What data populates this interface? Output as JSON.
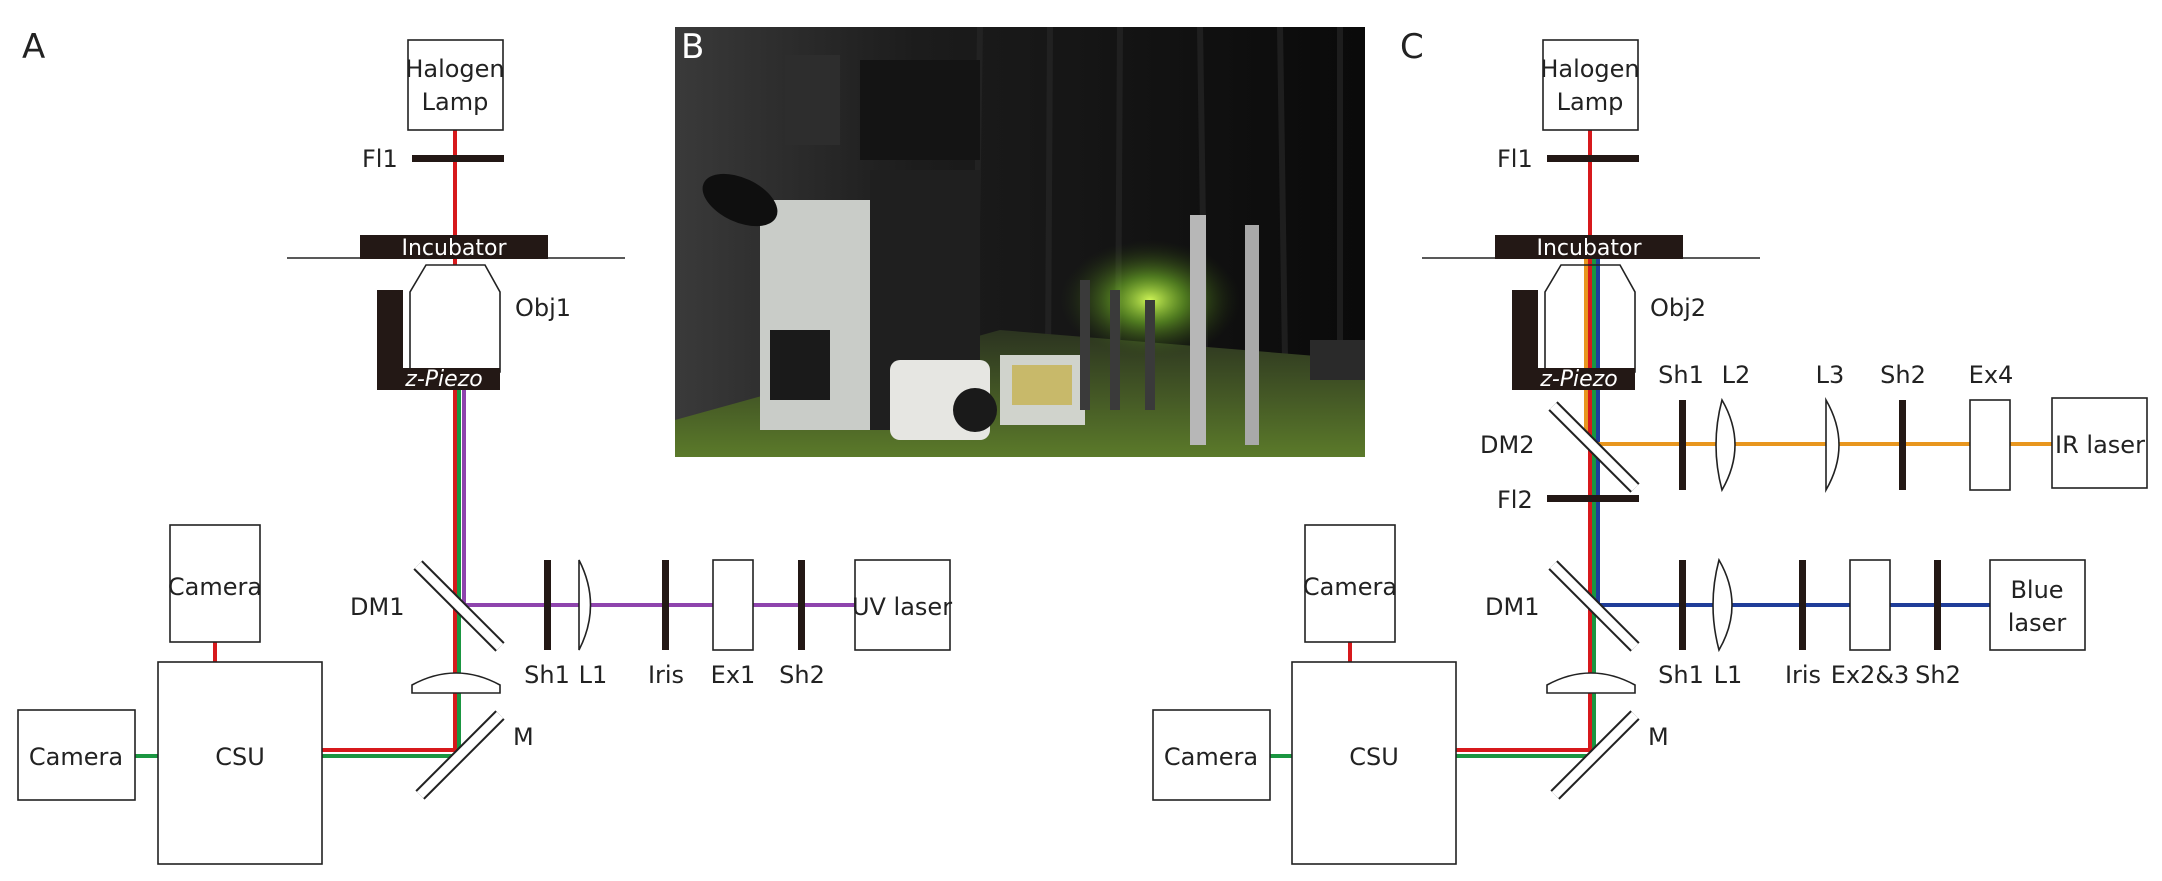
{
  "colors": {
    "red": "#d7191c",
    "green": "#1a9641",
    "purple": "#8e44ad",
    "blue": "#1f3d99",
    "orange": "#e8961e",
    "element_dark": "#231815"
  },
  "panel_a": {
    "letter": "A",
    "halogen_lamp": [
      "Halogen",
      "Lamp"
    ],
    "fl1": "Fl1",
    "incubator": "Incubator",
    "objective": "Obj1",
    "z_piezo": "z-Piezo",
    "dm1": "DM1",
    "camera_top": "Camera",
    "camera_left": "Camera",
    "csu": "CSU",
    "mirror": "M",
    "uv_laser": "UV laser",
    "path_labels": [
      "Sh1",
      "L1",
      "Iris",
      "Ex1",
      "Sh2"
    ]
  },
  "panel_b": {
    "letter": "B",
    "photo_icon": "photo-icon"
  },
  "panel_c": {
    "letter": "C",
    "halogen_lamp": [
      "Halogen",
      "Lamp"
    ],
    "fl1": "Fl1",
    "fl2": "Fl2",
    "incubator": "Incubator",
    "objective": "Obj2",
    "z_piezo": "z-Piezo",
    "dm1": "DM1",
    "dm2": "DM2",
    "camera_top": "Camera",
    "camera_left": "Camera",
    "csu": "CSU",
    "mirror": "M",
    "ir_laser": "IR laser",
    "blue_laser": [
      "Blue",
      "laser"
    ],
    "ir_path_labels": [
      "Sh1",
      "L2",
      "L3",
      "Sh2",
      "Ex4"
    ],
    "blue_path_labels": [
      "Sh1",
      "L1",
      "Iris",
      "Ex2&3",
      "Sh2"
    ]
  }
}
